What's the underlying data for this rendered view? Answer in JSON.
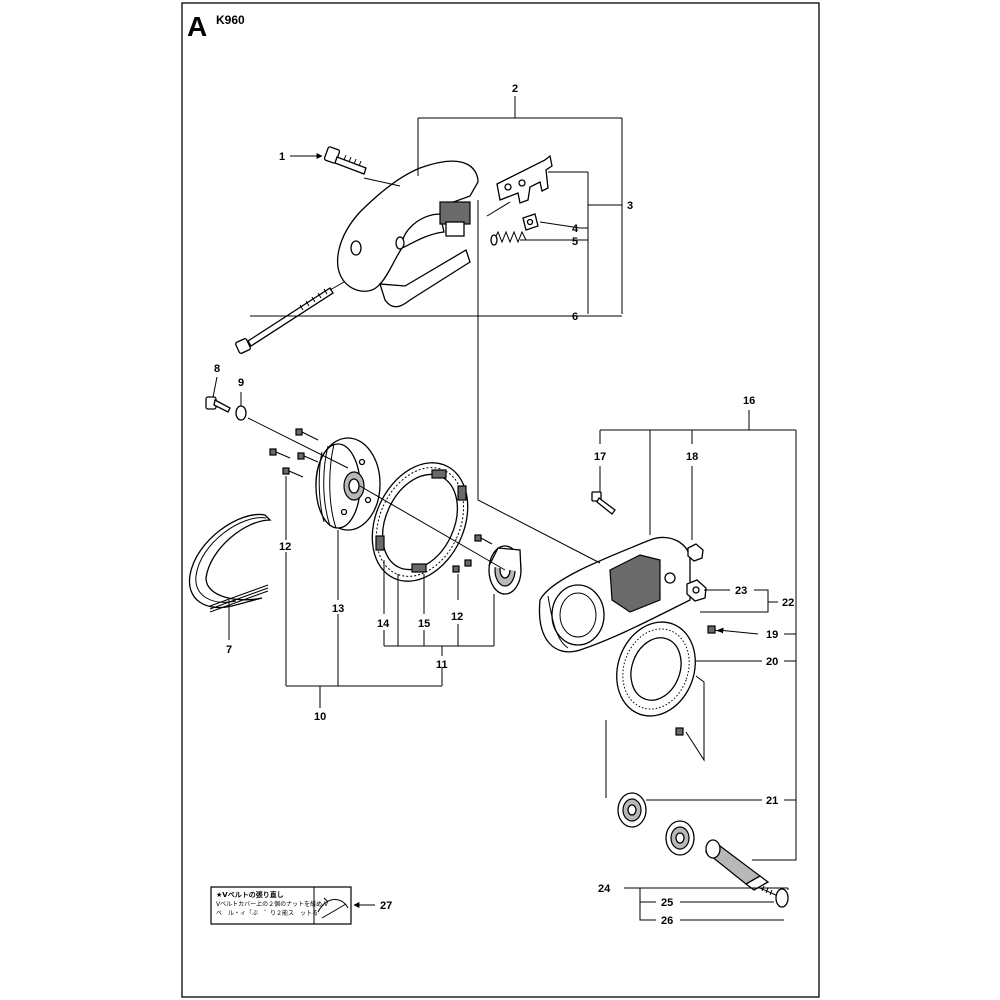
{
  "header": {
    "section_letter": "A",
    "model": "K960"
  },
  "callouts": [
    "1",
    "2",
    "3",
    "4",
    "5",
    "6",
    "7",
    "8",
    "9",
    "10",
    "11",
    "12",
    "12",
    "13",
    "14",
    "15",
    "16",
    "17",
    "18",
    "19",
    "20",
    "21",
    "22",
    "23",
    "24",
    "25",
    "26",
    "27"
  ],
  "sticker": {
    "title": "★Vベルトの張り直し",
    "line1": "Vベルトカバー上の２個のナットを緩め,V",
    "line2": "ベ　ル・ィ「ぶ　゛り２能ス　ッ卜る"
  }
}
